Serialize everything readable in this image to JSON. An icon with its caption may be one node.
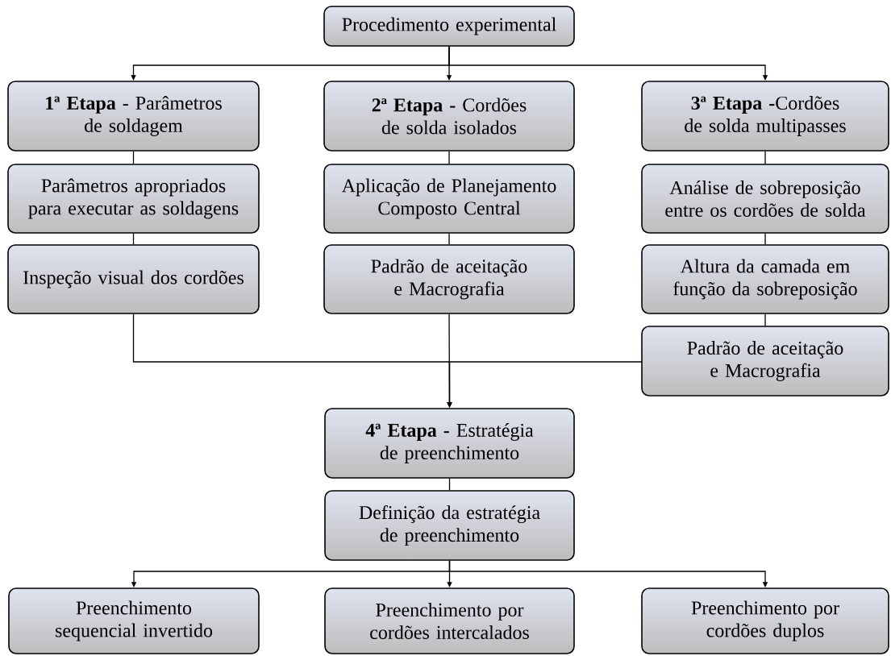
{
  "diagram": {
    "nodes": [
      {
        "text": [
          "Procedimento experimental"
        ]
      },
      {
        "text": [
          "**1ª Etapa** - Parâmetros de soldagem"
        ]
      },
      {
        "text": [
          "**2ª Etapa -** Cordões de solda isolados"
        ]
      },
      {
        "text": [
          "**3ª Etapa -**Cordões de solda multipasses"
        ]
      },
      {
        "text": [
          "Parâmetros apropriados para executar as soldagens"
        ]
      },
      {
        "text": [
          "Aplicação de Planejamento Composto Central"
        ]
      },
      {
        "text": [
          "Análise de sobreposição entre os cordões de solda"
        ]
      },
      {
        "text": [
          "Inspeção visual dos cordões"
        ]
      },
      {
        "text": [
          "Padrão de aceitação e Macrografia"
        ]
      },
      {
        "text": [
          "Altura da camada em função da sobreposição"
        ]
      },
      {
        "text": [
          "Padrão de aceitação e Macrografia"
        ]
      },
      {
        "text": [
          "**4ª Etapa -** Estratégia de preenchimento"
        ]
      },
      {
        "text": [
          "Definição da estratégia de preenchimento"
        ]
      },
      {
        "text": [
          "Preenchimento sequencial invertido"
        ]
      },
      {
        "text": [
          "Preenchimento por cordões intercalados"
        ]
      },
      {
        "text": [
          "Preenchimento por cordões duplos"
        ]
      }
    ],
    "edges": [
      {
        "from": 0,
        "to": 1,
        "arrow": "to"
      },
      {
        "from": 0,
        "to": 2,
        "arrow": "to"
      },
      {
        "from": 0,
        "to": 3,
        "arrow": "to"
      },
      {
        "from": 1,
        "to": 4,
        "arrow": "none"
      },
      {
        "from": 4,
        "to": 7,
        "arrow": "none"
      },
      {
        "from": 2,
        "to": 5,
        "arrow": "none"
      },
      {
        "from": 5,
        "to": 8,
        "arrow": "none"
      },
      {
        "from": 3,
        "to": 6,
        "arrow": "none"
      },
      {
        "from": 6,
        "to": 9,
        "arrow": "none"
      },
      {
        "from": 9,
        "to": 10,
        "arrow": "none"
      },
      {
        "from": 7,
        "to": 11,
        "arrow": "to"
      },
      {
        "from": 8,
        "to": 11,
        "arrow": "to"
      },
      {
        "from": 10,
        "to": 11,
        "arrow": "to"
      },
      {
        "from": 11,
        "to": 12,
        "arrow": "none"
      },
      {
        "from": 12,
        "to": 13,
        "arrow": "to"
      },
      {
        "from": 12,
        "to": 14,
        "arrow": "to"
      },
      {
        "from": 12,
        "to": 15,
        "arrow": "to"
      }
    ]
  }
}
